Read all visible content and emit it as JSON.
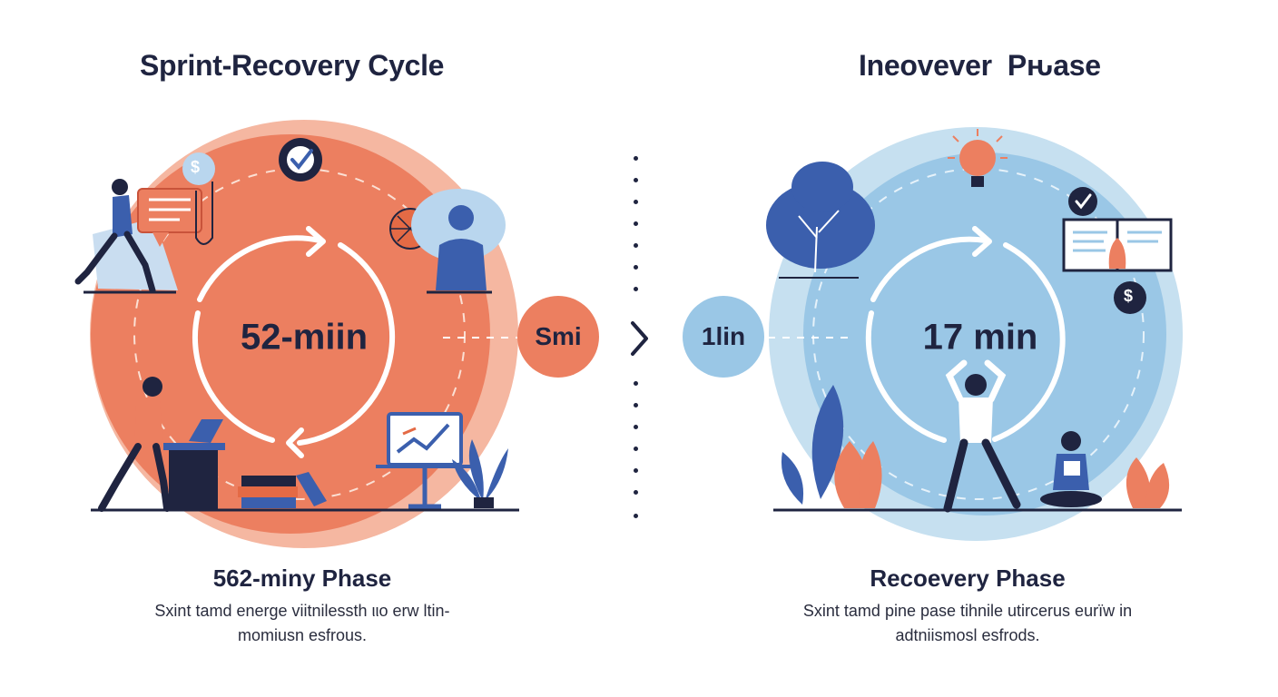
{
  "left_panel": {
    "title": "Sprint-Recovery Cycle",
    "center_value": "52-miin",
    "bubble_label": "Smi",
    "phase_title": "562-miny Phase",
    "phase_desc_line1": "Sxint tamd energe viitnilessth ιιo erw ltin-",
    "phase_desc_line2": "momiusn esfrous.",
    "colors": {
      "outer": "#f5b7a1",
      "inner": "#ec7f60",
      "bubble": "#ec7f60"
    }
  },
  "right_panel": {
    "title": "Ineovever  Pԋase",
    "center_value": "17 min",
    "bubble_label": "1lin",
    "phase_title": "Recoevery Phase",
    "phase_desc_line1": "Sxint tamd pine pase tihnile utircerus eurïw in",
    "phase_desc_line2": "adtniismosl esfrods.",
    "colors": {
      "outer": "#c6e0f0",
      "inner": "#9ac7e6",
      "bubble": "#9ac7e6"
    }
  },
  "icons": {
    "dollar_symbol": "$",
    "check_symbol": "✓"
  },
  "divider": {
    "arrow": "chevron-right-icon"
  }
}
